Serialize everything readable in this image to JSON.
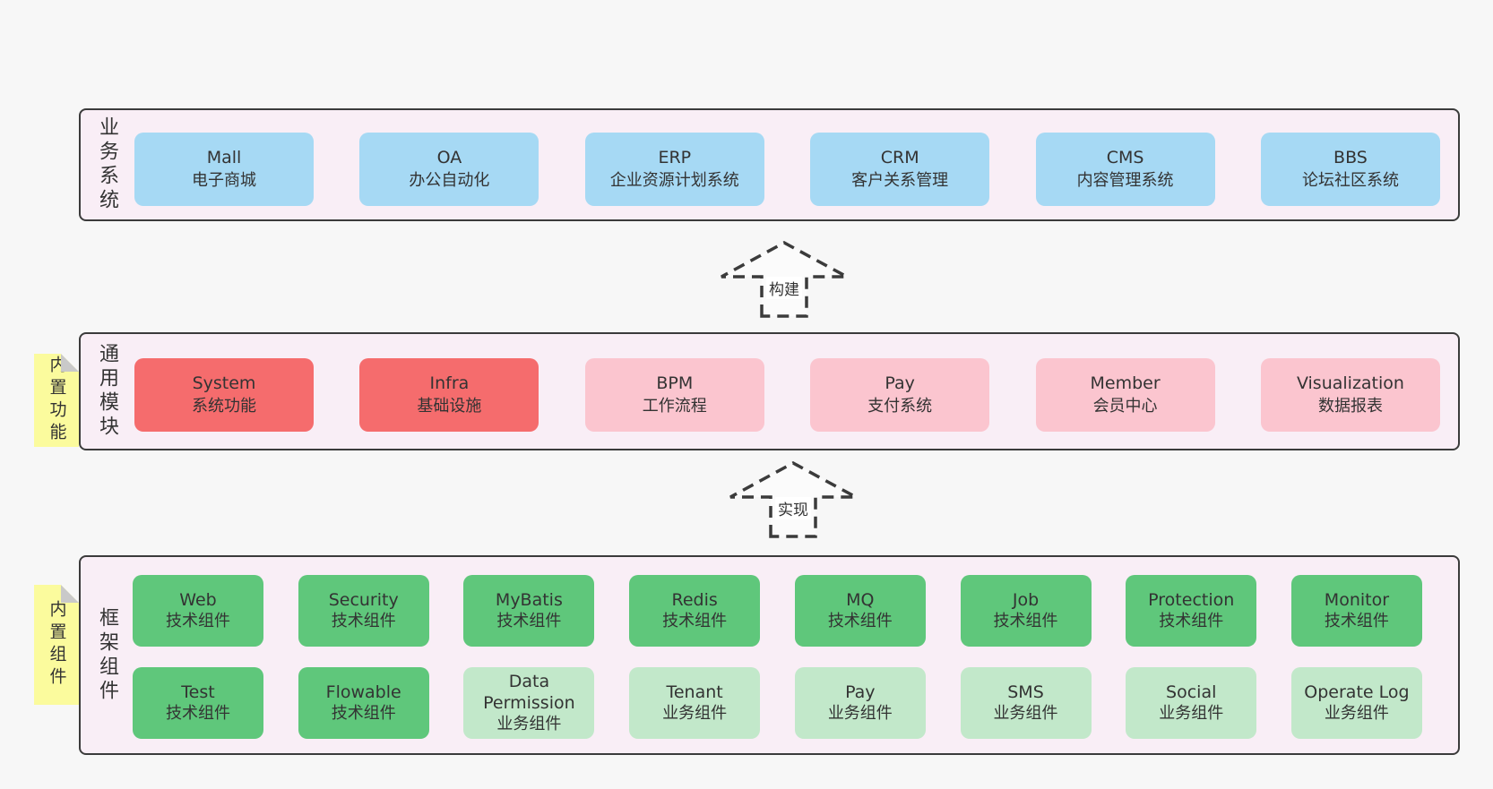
{
  "colors": {
    "page_bg": "#f7f7f7",
    "panel_bg": "#f9eef6",
    "panel_border": "#3b3b3b",
    "blue": "#a6d9f4",
    "red": "#f56c6d",
    "pink": "#fbc5cf",
    "green": "#5fc77b",
    "lightgreen": "#c2e8ca",
    "yellow": "#fbfb9d",
    "fold": "#c9c9c9",
    "text": "#333333"
  },
  "business": {
    "label": "业务系统",
    "boxes": [
      {
        "title": "Mall",
        "subtitle": "电子商城"
      },
      {
        "title": "OA",
        "subtitle": "办公自动化"
      },
      {
        "title": "ERP",
        "subtitle": "企业资源计划系统"
      },
      {
        "title": "CRM",
        "subtitle": "客户关系管理"
      },
      {
        "title": "CMS",
        "subtitle": "内容管理系统"
      },
      {
        "title": "BBS",
        "subtitle": "论坛社区系统"
      }
    ]
  },
  "arrows": [
    {
      "label": "构建"
    },
    {
      "label": "实现"
    }
  ],
  "common": {
    "label": "通用模块",
    "note": "内置功能",
    "boxes": [
      {
        "title": "System",
        "subtitle": "系统功能"
      },
      {
        "title": "Infra",
        "subtitle": "基础设施"
      },
      {
        "title": "BPM",
        "subtitle": "工作流程"
      },
      {
        "title": "Pay",
        "subtitle": "支付系统"
      },
      {
        "title": "Member",
        "subtitle": "会员中心"
      },
      {
        "title": "Visualization",
        "subtitle": "数据报表"
      }
    ]
  },
  "framework": {
    "label": "框架组件",
    "note": "内置组件",
    "row1": [
      {
        "title": "Web",
        "subtitle": "技术组件"
      },
      {
        "title": "Security",
        "subtitle": "技术组件"
      },
      {
        "title": "MyBatis",
        "subtitle": "技术组件"
      },
      {
        "title": "Redis",
        "subtitle": "技术组件"
      },
      {
        "title": "MQ",
        "subtitle": "技术组件"
      },
      {
        "title": "Job",
        "subtitle": "技术组件"
      },
      {
        "title": "Protection",
        "subtitle": "技术组件"
      },
      {
        "title": "Monitor",
        "subtitle": "技术组件"
      }
    ],
    "row2": [
      {
        "title": "Test",
        "subtitle": "技术组件"
      },
      {
        "title": "Flowable",
        "subtitle": "技术组件"
      },
      {
        "title": "Data Permission",
        "subtitle": "业务组件"
      },
      {
        "title": "Tenant",
        "subtitle": "业务组件"
      },
      {
        "title": "Pay",
        "subtitle": "业务组件"
      },
      {
        "title": "SMS",
        "subtitle": "业务组件"
      },
      {
        "title": "Social",
        "subtitle": "业务组件"
      },
      {
        "title": "Operate Log",
        "subtitle": "业务组件"
      }
    ]
  }
}
